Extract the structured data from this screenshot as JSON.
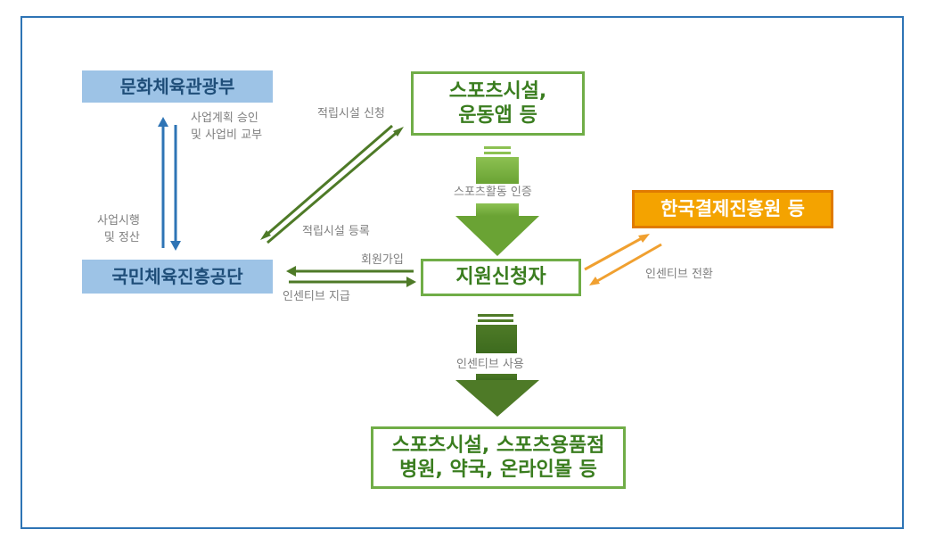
{
  "nodes": {
    "ministry": "문화체육관광부",
    "kspo": "국민체육진흥공단",
    "sports_facility": [
      "스포츠시설,",
      "운동앱 등"
    ],
    "applicant": "지원신청자",
    "kftc": "한국결제진흥원 등",
    "usage_places": [
      "스포츠시설, 스포츠용품점",
      "병원, 약국, 온라인몰 등"
    ]
  },
  "labels": {
    "plan_approval": [
      "사업계획 승인",
      "및 사업비 교부"
    ],
    "execution": [
      "사업시행",
      "및 정산"
    ],
    "reward_apply": "적립시설 신청",
    "reward_register": "적립시설 등록",
    "sports_cert": "스포츠활동 인증",
    "join": "회원가입",
    "incentive_pay": "인센티브 지급",
    "incentive_convert": "인센티브 전환",
    "incentive_use": "인센티브 사용"
  },
  "colors": {
    "frame": "#2e74b5",
    "blue_arrow": "#2e74b5",
    "dark_green": "#4e7a27",
    "light_green": "#70ad47",
    "orange": "#f0a030"
  }
}
